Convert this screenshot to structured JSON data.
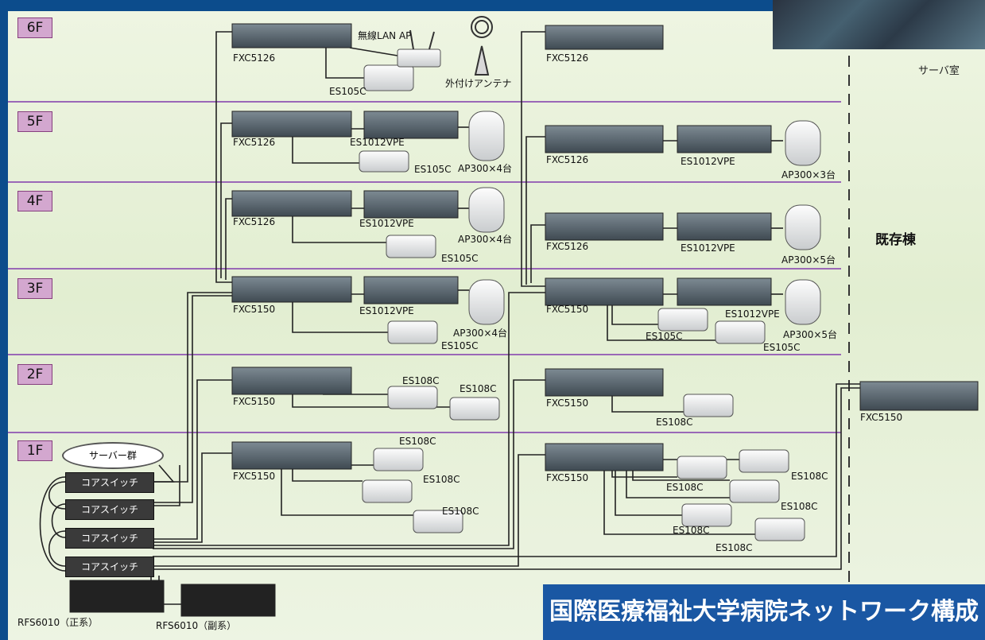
{
  "title": "国際医療福祉大学病院ネットワーク構成",
  "floors": [
    "6F",
    "5F",
    "4F",
    "3F",
    "2F",
    "1F"
  ],
  "server_room": "サーバ室",
  "existing_building": "既存棟",
  "server_group": "サーバー群",
  "core_switch": "コアスイッチ",
  "rfs_primary": "RFS6010（正系）",
  "rfs_secondary": "RFS6010（副系）",
  "labels": {
    "wireless_ap": "無線LAN AP",
    "ext_antenna": "外付けアンテナ",
    "fxc5126": "FXC5126",
    "fxc5150": "FXC5150",
    "es105c": "ES105C",
    "es108c": "ES108C",
    "es1012vpe": "ES1012VPE",
    "ap300x4": "AP300×4台",
    "ap300x3": "AP300×3台",
    "ap300x5": "AP300×5台"
  }
}
